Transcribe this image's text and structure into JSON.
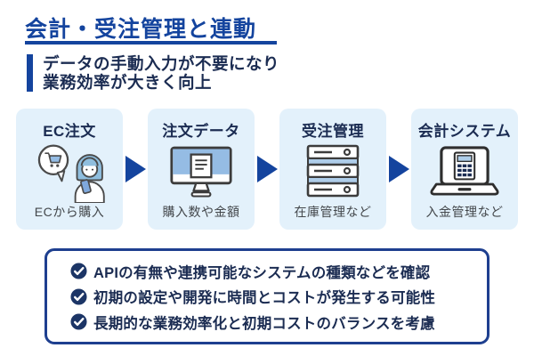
{
  "header": {
    "title": "会計・受注管理と連動",
    "lede_line1": "データの手動入力が不要になり",
    "lede_line2": "業務効率が大きく向上"
  },
  "flow": {
    "steps": [
      {
        "label": "EC注文",
        "caption": "ECから購入",
        "icon": "shopper-smartphone-icon"
      },
      {
        "label": "注文データ",
        "caption": "購入数や金額",
        "icon": "monitor-document-icon"
      },
      {
        "label": "受注管理",
        "caption": "在庫管理など",
        "icon": "server-stack-icon"
      },
      {
        "label": "会計システム",
        "caption": "入金管理など",
        "icon": "laptop-calculator-icon"
      }
    ],
    "arrow_icon": "right-arrow-icon"
  },
  "checklist": {
    "bullet_icon": "check-circle-icon",
    "items": [
      "APIの有無や連携可能なシステムの種類などを確認",
      "初期の設定や開発に時間とコストが発生する可能性",
      "長期的な業務効率化と初期コストのバランスを考慮"
    ]
  },
  "colors": {
    "primary_blue": "#14449e",
    "navy_text": "#1b2c52",
    "panel_bg": "#e3f1fb",
    "icon_fill_blue": "#95bce4",
    "icon_fill_blue_light": "#aecde9",
    "caption_text": "#43474b",
    "checklist_border": "#1e3f8f",
    "background": "#ffffff"
  }
}
